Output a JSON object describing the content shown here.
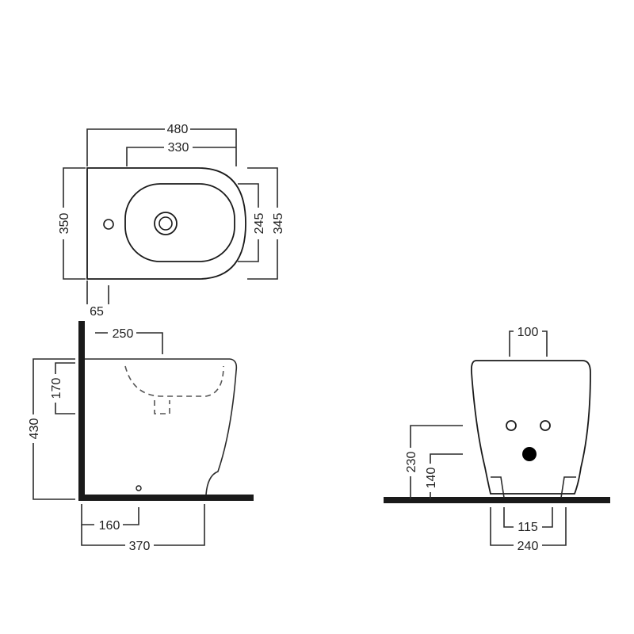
{
  "colors": {
    "line": "#1a1a1a",
    "floor": "#1a1a1a",
    "background": "#ffffff"
  },
  "top_view": {
    "width_overall": "480",
    "width_bowl": "330",
    "depth_overall": "350",
    "depth_bowl": "245",
    "depth_right": "345",
    "tap_offset": "65"
  },
  "side_view": {
    "waste_offset": "250",
    "rim_to_waste": "170",
    "height": "430",
    "fixing_offset": "160",
    "length": "370"
  },
  "front_view": {
    "waste_width": "100",
    "inlet_height": "230",
    "outlet_height": "140",
    "fixing_spacing": "115",
    "base_width": "240"
  }
}
